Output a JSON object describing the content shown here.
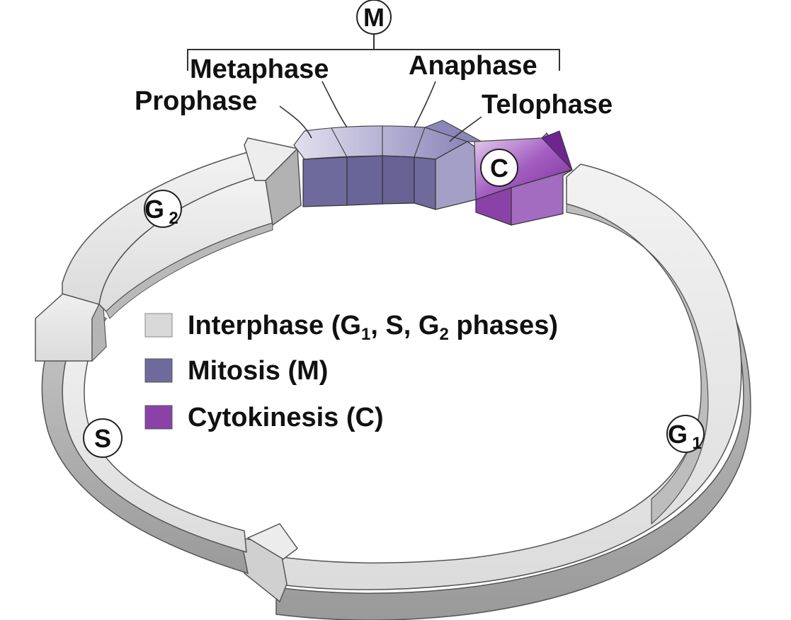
{
  "diagram": {
    "badges": {
      "m": "M",
      "c": "C",
      "g2_main": "G",
      "g2_sub": "2",
      "g1_main": "G",
      "g1_sub": "1",
      "s": "S"
    },
    "phases": {
      "prophase": "Prophase",
      "metaphase": "Metaphase",
      "anaphase": "Anaphase",
      "telophase": "Telophase"
    },
    "legend": [
      {
        "key": "interphase",
        "color": "#d9d9d9",
        "parts": [
          "Interphase (G",
          "1",
          ", S, G",
          "2",
          " phases)"
        ]
      },
      {
        "key": "mitosis",
        "color": "#6f6a9c",
        "parts": [
          "Mitosis (M)"
        ]
      },
      {
        "key": "cytokinesis",
        "color": "#8b42a8",
        "parts": [
          "Cytokinesis (C)"
        ]
      }
    ],
    "colors": {
      "interphase_top": "#e6e6e6",
      "interphase_side": "#a8a8a8",
      "mitosis_top": "#c9c5e0",
      "mitosis_side": "#6f6a9c",
      "cytokinesis": "#8b42a8",
      "cytokinesis_light": "#b47fcc"
    }
  }
}
